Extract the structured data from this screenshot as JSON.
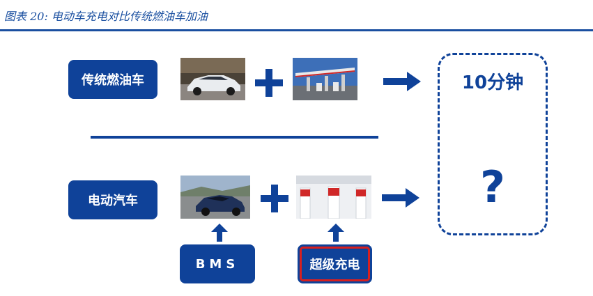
{
  "header": {
    "title": "图表 20:  电动车充电对比传统燃油车加油"
  },
  "rows": {
    "ice": {
      "label": "传统燃油车",
      "image1_icon": "sedan-car-photo",
      "image2_icon": "gas-station-photo"
    },
    "ev": {
      "label": "电动汽车",
      "image1_icon": "electric-car-photo",
      "image2_icon": "supercharger-station-photo"
    }
  },
  "supports": {
    "bms_label": "BMS",
    "supercharger_label": "超级充电"
  },
  "result": {
    "ice_time": "10分钟",
    "ev_time": "?"
  },
  "colors": {
    "primary": "#0f4299",
    "title": "#1a4fa0",
    "highlight": "#d8201f"
  }
}
